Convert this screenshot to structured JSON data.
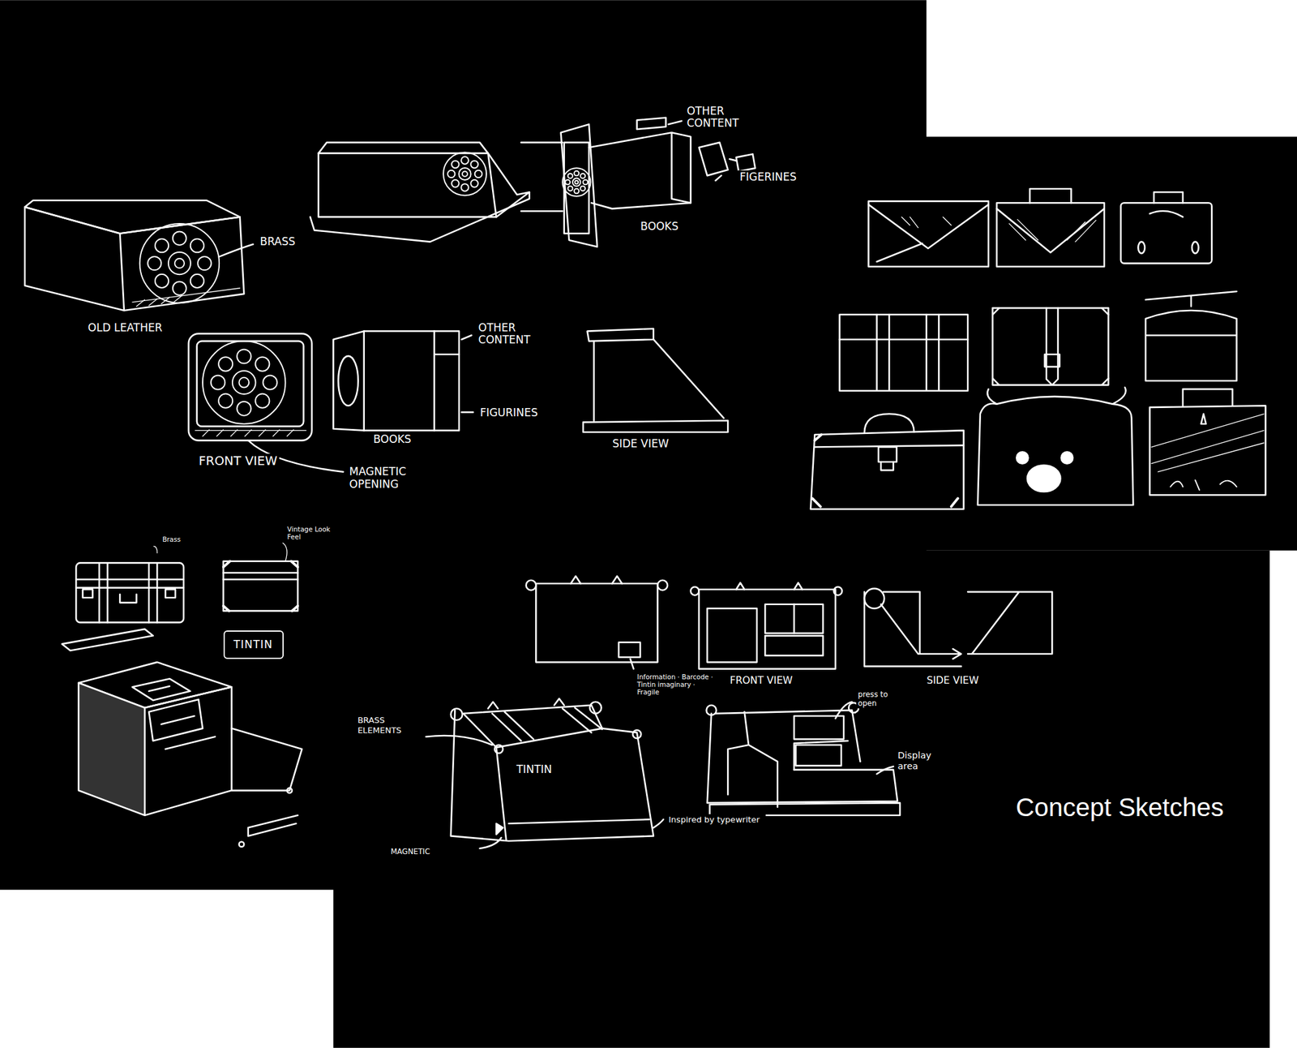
{
  "diagram": {
    "caption": "Concept Sketches",
    "nodes": [
      {
        "text": [
          "TINTIN"
        ]
      }
    ],
    "labels": [
      "OTHER CONTENT",
      "FIGERINES",
      "BOOKS",
      "BRASS",
      "OLD LEATHER",
      "OTHER CONTENT",
      "FIGURINES",
      "BOOKS",
      "SIDE VIEW",
      "FRONT VIEW",
      "MAGNETIC OPENING",
      "Brass",
      "Vintage Look Feel",
      "Information · Barcode · Tintin imaginary · Fragile",
      "FRONT VIEW",
      "SIDE VIEW",
      "BRASS ELEMENTS",
      "press to open",
      "Display area",
      "TINTIN",
      "Inspired by typewriter",
      "MAGNETIC"
    ]
  }
}
